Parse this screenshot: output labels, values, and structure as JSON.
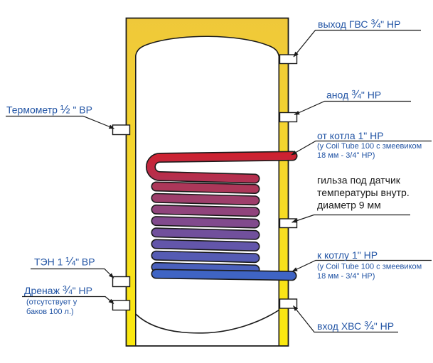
{
  "diagram": {
    "kind": "water-heater-tank-cross-section",
    "colors": {
      "insulation_top": "#EFC83A",
      "insulation_mid": "#F6D92A",
      "insulation_bottom": "#FBE90E",
      "label_blue": "#2355A5",
      "note_black": "#1a1a1a",
      "outline_black": "#1a1a1a"
    },
    "coil": {
      "inlet_gradient": [
        "#D21F2B",
        "#B03254"
      ],
      "loop_colors": [
        "#AC3759",
        "#9E3E6B",
        "#90447C",
        "#814A8D",
        "#71509C",
        "#6356AA",
        "#555BB3",
        "#4A60BC"
      ],
      "outlet_color": "#3F64C4"
    },
    "labels": {
      "dhw_out": {
        "pre": "выход ГВС ",
        "frac": "¾",
        "post": "\" НР"
      },
      "anode": {
        "pre": "анод  ",
        "frac": "¾",
        "post": "\" НР"
      },
      "from_boiler": {
        "text": "от котла 1\" НР",
        "note1": "(у Coil Tube 100 с змеевиком",
        "note2": "18 мм - 3/4\" НР)"
      },
      "sensor_well": {
        "line1": "гильза под датчик",
        "line2": "температуры внутр.",
        "line3": "диаметр 9 мм"
      },
      "to_boiler": {
        "text": "к котлу 1\" НР",
        "note1": "(у Coil Tube 100 с змеевиком",
        "note2": "18 мм - 3/4\" НР)"
      },
      "cw_in": {
        "pre": "вход ХВС ",
        "frac": "¾",
        "post": "\" НР"
      },
      "thermometer": {
        "pre": "Термометр ",
        "frac": "½",
        "post": " \" ВР"
      },
      "heater": {
        "pre": "ТЭН 1 ",
        "frac": "¼",
        "post": "\" ВР"
      },
      "drain": {
        "pre": "Дренаж ",
        "frac": "¾",
        "post": "\" НР",
        "note1": "(отсутствует у",
        "note2": "баков 100 л.)"
      }
    }
  }
}
